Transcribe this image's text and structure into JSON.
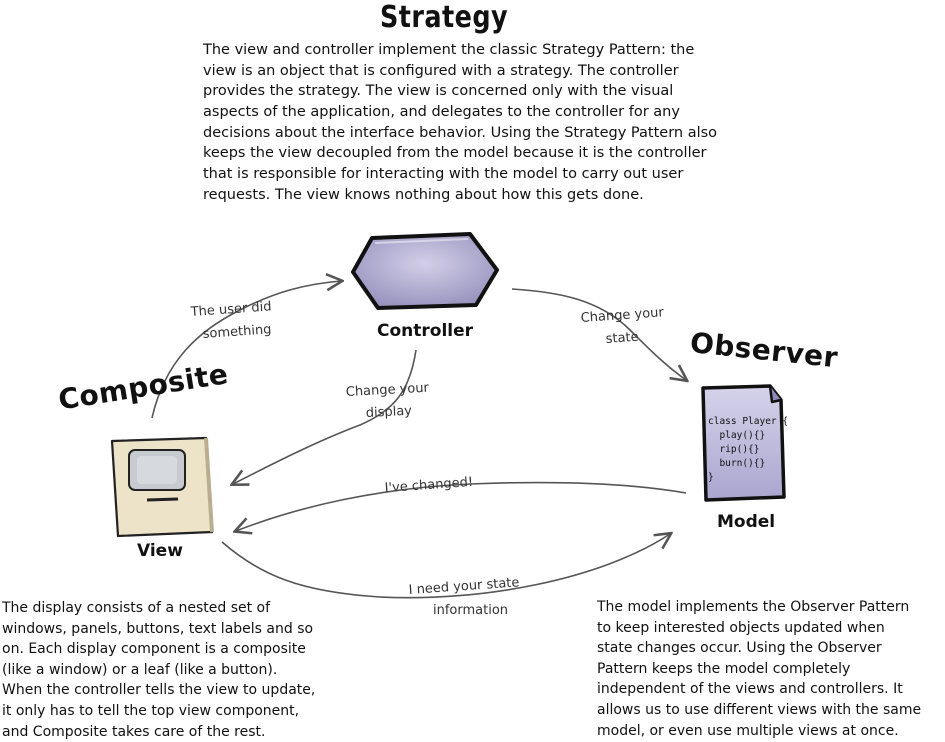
{
  "strategy": {
    "title": "Strategy",
    "lines": [
      "The view and controller implement the classic Strategy Pattern: the",
      "view is an object that is configured with a strategy. The controller",
      "provides the strategy. The view is concerned only with the visual",
      "aspects of the application, and delegates to the controller for any",
      "decisions about the interface behavior. Using the Strategy Pattern also",
      "keeps the view decoupled from the model because it is the controller",
      "that is responsible for interacting with the model to carry out user",
      "requests. The view knows nothing about how this gets done."
    ]
  },
  "composite": {
    "title": "Composite",
    "lines": [
      "The display consists of a nested set of",
      "windows, panels, buttons, text labels and so",
      "on. Each display component is a composite",
      "(like a window) or a leaf (like a button).",
      "When the controller tells the view to update,",
      "it only has to tell the top view component,",
      "and Composite takes care of the rest."
    ]
  },
  "observer": {
    "title": "Observer",
    "lines": [
      "The model implements the Observer Pattern",
      "to keep interested objects updated when",
      "state changes occur. Using the Observer",
      "Pattern keeps the model completely",
      "independent of the views and controllers. It",
      "allows us to use different views with the same",
      "model, or even use multiple views at once."
    ]
  },
  "nodes": {
    "controller": "Controller",
    "view": "View",
    "model": "Model"
  },
  "arrows": {
    "user_did": [
      "The user did",
      "something"
    ],
    "change_state": [
      "Change your",
      "state"
    ],
    "change_display": [
      "Change your",
      "display"
    ],
    "ive_changed": "I've changed!",
    "need_state": [
      "I need your state",
      "information"
    ]
  },
  "model_code": [
    "class Player {",
    "  play(){}",
    "  rip(){}",
    "  burn(){}",
    "}"
  ],
  "colors": {
    "controller_fill": "#a9a3c8",
    "model_fill": "#b7b3d8",
    "view_case": "#ece3c8",
    "view_screen": "#c7cbd0",
    "arrow": "#555555"
  }
}
